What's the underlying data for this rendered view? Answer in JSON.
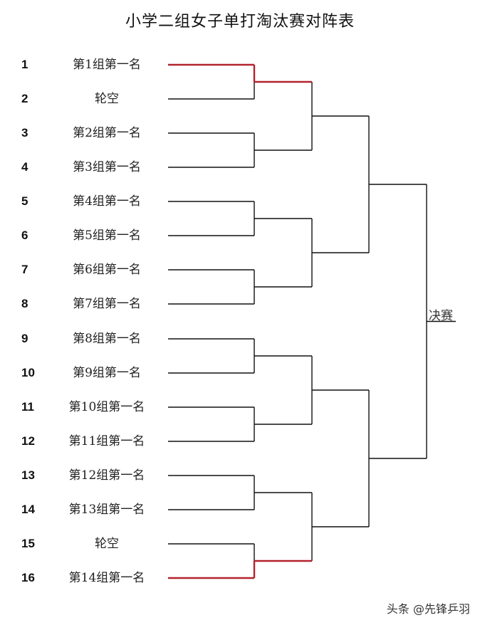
{
  "title": "小学二组女子单打淘汰赛对阵表",
  "entries": [
    {
      "seed": "1",
      "name": "第1组第一名"
    },
    {
      "seed": "2",
      "name": "轮空"
    },
    {
      "seed": "3",
      "name": "第2组第一名"
    },
    {
      "seed": "4",
      "name": "第3组第一名"
    },
    {
      "seed": "5",
      "name": "第4组第一名"
    },
    {
      "seed": "6",
      "name": "第5组第一名"
    },
    {
      "seed": "7",
      "name": "第6组第一名"
    },
    {
      "seed": "8",
      "name": "第7组第一名"
    },
    {
      "seed": "9",
      "name": "第8组第一名"
    },
    {
      "seed": "10",
      "name": "第9组第一名"
    },
    {
      "seed": "11",
      "name": "第10组第一名"
    },
    {
      "seed": "12",
      "name": "第11组第一名"
    },
    {
      "seed": "13",
      "name": "第12组第一名"
    },
    {
      "seed": "14",
      "name": "第13组第一名"
    },
    {
      "seed": "15",
      "name": "轮空"
    },
    {
      "seed": "16",
      "name": "第14组第一名"
    }
  ],
  "final_label": "决赛",
  "watermark": "头条 @先锋乒羽",
  "colors": {
    "line": "#111111",
    "advance_highlight": "#b3232e"
  },
  "highlighted_paths": [
    "seed-1-advance",
    "seed-16-advance"
  ]
}
